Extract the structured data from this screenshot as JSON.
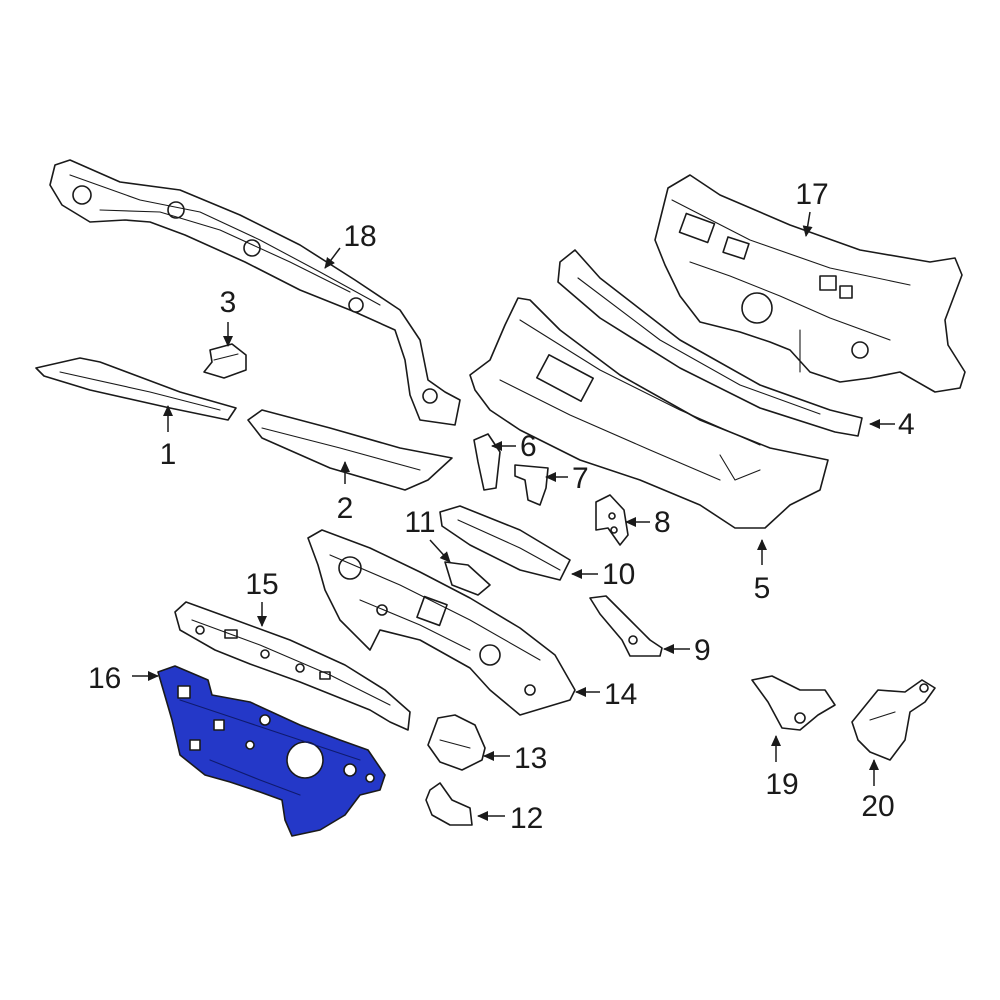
{
  "colors": {
    "highlight": "#2438c8",
    "outline": "#1a1a1a",
    "background": "#ffffff"
  },
  "highlighted_part": "16",
  "callouts": {
    "c1": "1",
    "c2": "2",
    "c3": "3",
    "c4": "4",
    "c5": "5",
    "c6": "6",
    "c7": "7",
    "c8": "8",
    "c9": "9",
    "c10": "10",
    "c11": "11",
    "c12": "12",
    "c13": "13",
    "c14": "14",
    "c15": "15",
    "c16": "16",
    "c17": "17",
    "c18": "18",
    "c19": "19",
    "c20": "20"
  }
}
